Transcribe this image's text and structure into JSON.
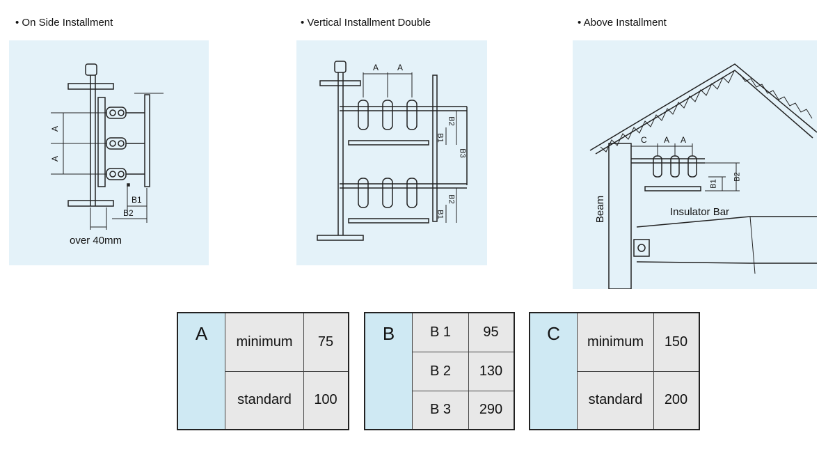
{
  "headings": {
    "side": "• On Side Installment",
    "vertical": "• Vertical Installment Double",
    "above": "• Above Installment"
  },
  "diagram_side": {
    "dim_a1": "A",
    "dim_a2": "A",
    "dim_b1": "B1",
    "dim_b2": "B2",
    "note": "over 40mm"
  },
  "diagram_vertical": {
    "dim_a1": "A",
    "dim_a2": "A",
    "dim_b1_top": "B1",
    "dim_b2_top": "B2",
    "dim_b3": "B3",
    "dim_b1_bot": "B1",
    "dim_b2_bot": "B2"
  },
  "diagram_above": {
    "dim_c": "C",
    "dim_a1": "A",
    "dim_a2": "A",
    "dim_b1": "B1",
    "dim_b2": "B2",
    "beam_label": "Beam",
    "insulator_label": "Insulator Bar"
  },
  "tables": {
    "a": {
      "letter": "A",
      "rows": [
        {
          "label": "minimum",
          "value": "75"
        },
        {
          "label": "standard",
          "value": "100"
        }
      ]
    },
    "b": {
      "letter": "B",
      "rows": [
        {
          "label": "B 1",
          "value": "95"
        },
        {
          "label": "B 2",
          "value": "130"
        },
        {
          "label": "B 3",
          "value": "290"
        }
      ]
    },
    "c": {
      "letter": "C",
      "rows": [
        {
          "label": "minimum",
          "value": "150"
        },
        {
          "label": "standard",
          "value": "200"
        }
      ]
    }
  }
}
